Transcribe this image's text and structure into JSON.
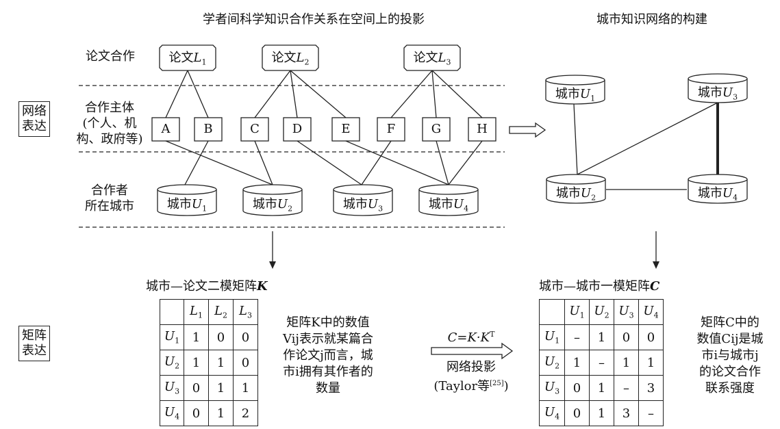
{
  "left_title": "学者间科学知识合作关系在空间上的投影",
  "right_title": "城市知识网络的构建",
  "row_labels": {
    "paper_coop": "论文合作",
    "subject_l1": "合作主体",
    "subject_l2": "(个人、机",
    "subject_l3": "构、政府等)",
    "city_l1": "合作者",
    "city_l2": "所在城市"
  },
  "side_labels": {
    "network_l1": "网络",
    "network_l2": "表达",
    "matrix_l1": "矩阵",
    "matrix_l2": "表达"
  },
  "papers": [
    {
      "prefix": "论文",
      "var": "L",
      "sub": "1"
    },
    {
      "prefix": "论文",
      "var": "L",
      "sub": "2"
    },
    {
      "prefix": "论文",
      "var": "L",
      "sub": "3"
    }
  ],
  "actors": [
    "A",
    "B",
    "C",
    "D",
    "E",
    "F",
    "G",
    "H"
  ],
  "cities": [
    {
      "prefix": "城市",
      "var": "U",
      "sub": "1"
    },
    {
      "prefix": "城市",
      "var": "U",
      "sub": "2"
    },
    {
      "prefix": "城市",
      "var": "U",
      "sub": "3"
    },
    {
      "prefix": "城市",
      "var": "U",
      "sub": "4"
    }
  ],
  "matrix_k": {
    "title": "城市—论文二模矩阵",
    "title_var": "K",
    "col_var": "L",
    "row_var": "U",
    "col_subs": [
      "1",
      "2",
      "3"
    ],
    "row_subs": [
      "1",
      "2",
      "3",
      "4"
    ],
    "values": [
      [
        "1",
        "0",
        "0"
      ],
      [
        "1",
        "1",
        "0"
      ],
      [
        "0",
        "1",
        "1"
      ],
      [
        "0",
        "1",
        "2"
      ]
    ],
    "note_l1": "矩阵K中的数值",
    "note_l2": "Vij表示就某篇合",
    "note_l3": "作论文j而言，城",
    "note_l4": "市i拥有其作者的",
    "note_l5": "数量"
  },
  "projection": {
    "formula": "C=K·K",
    "formula_sup": "T",
    "label": "网络投影",
    "cite_pre": "(Taylor等",
    "cite_sup": "[25]",
    "cite_post": ")"
  },
  "matrix_c": {
    "title": "城市—城市一模矩阵",
    "title_var": "C",
    "col_var": "U",
    "row_var": "U",
    "col_subs": [
      "1",
      "2",
      "3",
      "4"
    ],
    "row_subs": [
      "1",
      "2",
      "3",
      "4"
    ],
    "values": [
      [
        "–",
        "1",
        "0",
        "0"
      ],
      [
        "1",
        "–",
        "1",
        "1"
      ],
      [
        "0",
        "1",
        "–",
        "3"
      ],
      [
        "0",
        "1",
        "3",
        "–"
      ]
    ],
    "note_l1": "矩阵C中的",
    "note_l2": "数值Cij是城",
    "note_l3": "市i与城市j",
    "note_l4": "的论文合作",
    "note_l5": "联系强度"
  },
  "right_cities": [
    {
      "prefix": "城市",
      "var": "U",
      "sub": "1"
    },
    {
      "prefix": "城市",
      "var": "U",
      "sub": "3"
    },
    {
      "prefix": "城市",
      "var": "U",
      "sub": "2"
    },
    {
      "prefix": "城市",
      "var": "U",
      "sub": "4"
    }
  ]
}
